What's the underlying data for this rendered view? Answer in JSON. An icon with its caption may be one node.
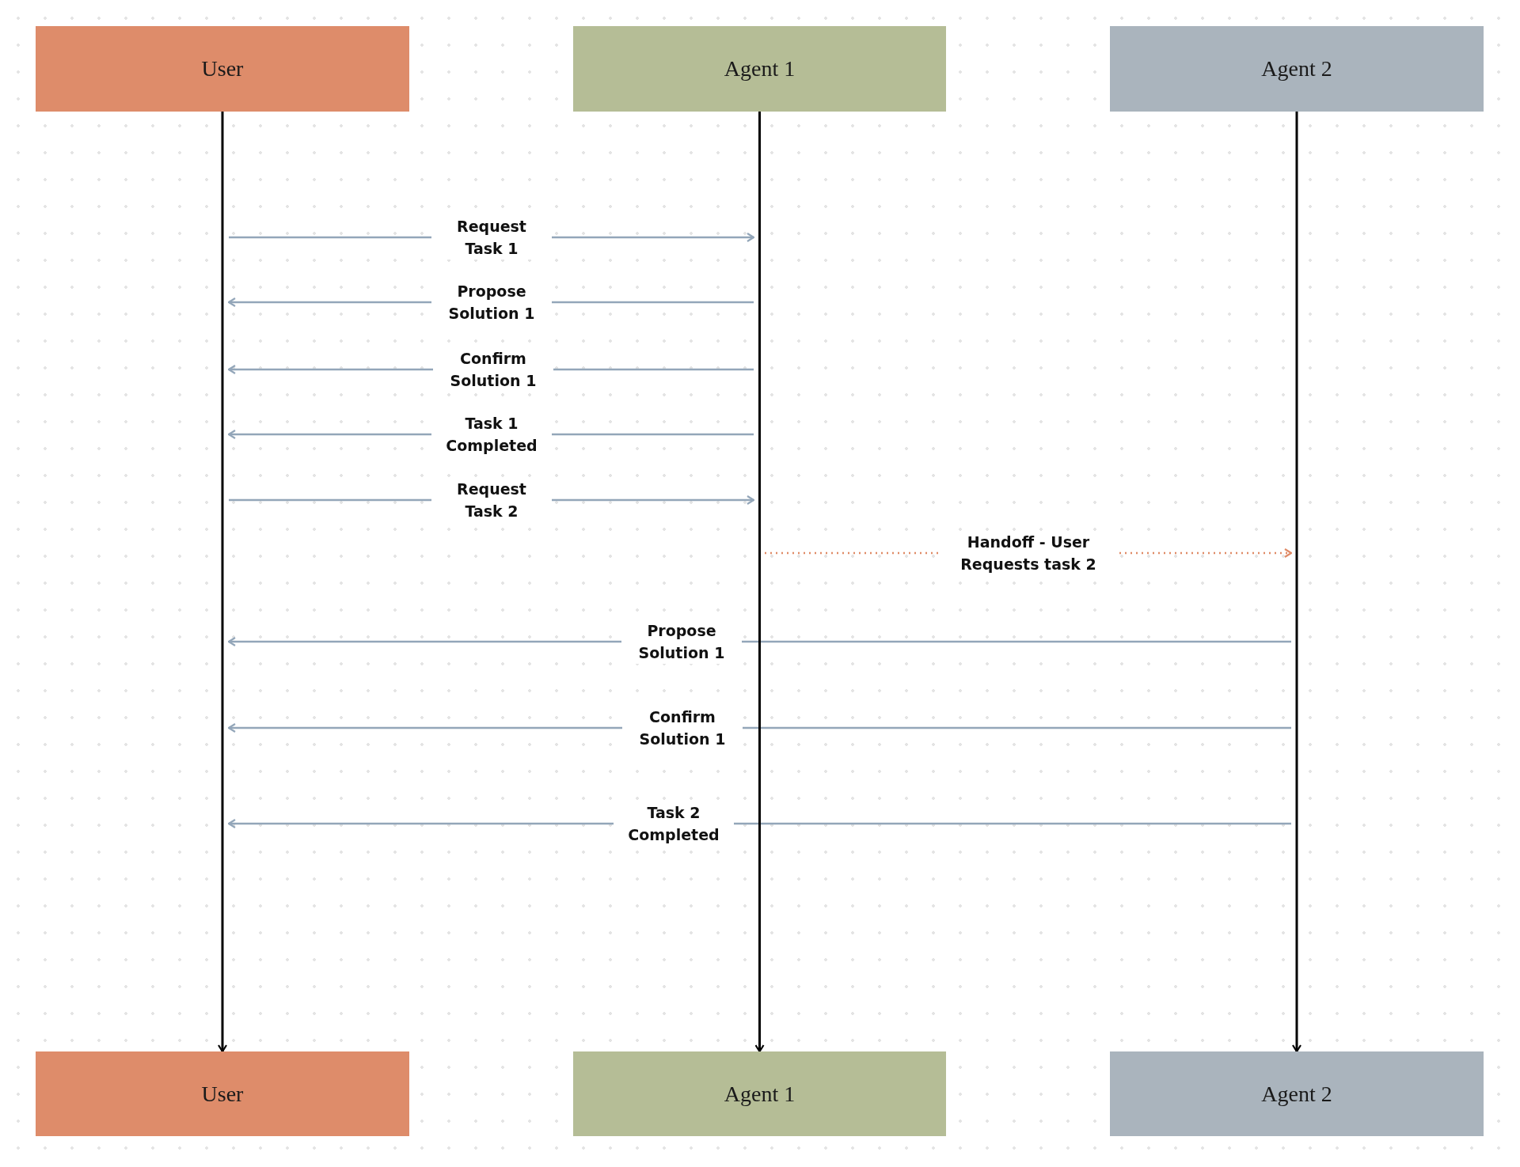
{
  "diagram": {
    "nodes": [
      {
        "text": [
          "User"
        ]
      },
      {
        "text": [
          "Agent 1"
        ]
      },
      {
        "text": [
          "Agent 2"
        ]
      },
      {
        "text": [],
        "shape": "bar"
      },
      {
        "text": [],
        "shape": "bar"
      },
      {
        "text": [],
        "shape": "bar"
      },
      {
        "text": [
          "User"
        ]
      },
      {
        "text": [
          "Agent 1"
        ]
      },
      {
        "text": [
          "Agent 2"
        ]
      }
    ],
    "edges": [
      {
        "from": 3,
        "to": 4,
        "arrow": "to",
        "label": "Request Task 1"
      },
      {
        "from": 4,
        "to": 3,
        "arrow": "to",
        "label": "Propose Solution 1"
      },
      {
        "from": 4,
        "to": 3,
        "arrow": "to",
        "label": "Confirm Solution 1"
      },
      {
        "from": 4,
        "to": 3,
        "arrow": "to",
        "label": "Task 1 Completed"
      },
      {
        "from": 3,
        "to": 4,
        "arrow": "to",
        "label": "Request Task 2"
      },
      {
        "from": 4,
        "to": 5,
        "arrow": "to",
        "label": "Handoff - User Requests task 2",
        "style": "dashed",
        "color": "#e08a66"
      },
      {
        "from": 5,
        "to": 3,
        "arrow": "to",
        "label": "Propose Solution 1"
      },
      {
        "from": 5,
        "to": 3,
        "arrow": "to",
        "label": "Confirm Solution 1"
      },
      {
        "from": 5,
        "to": 3,
        "arrow": "to",
        "label": "Task 2 Completed"
      },
      {
        "from": 0,
        "to": 6,
        "arrow": "to",
        "color": "#000000"
      },
      {
        "from": 1,
        "to": 7,
        "arrow": "to",
        "color": "#000000"
      },
      {
        "from": 2,
        "to": 8,
        "arrow": "to",
        "color": "#000000"
      }
    ]
  }
}
